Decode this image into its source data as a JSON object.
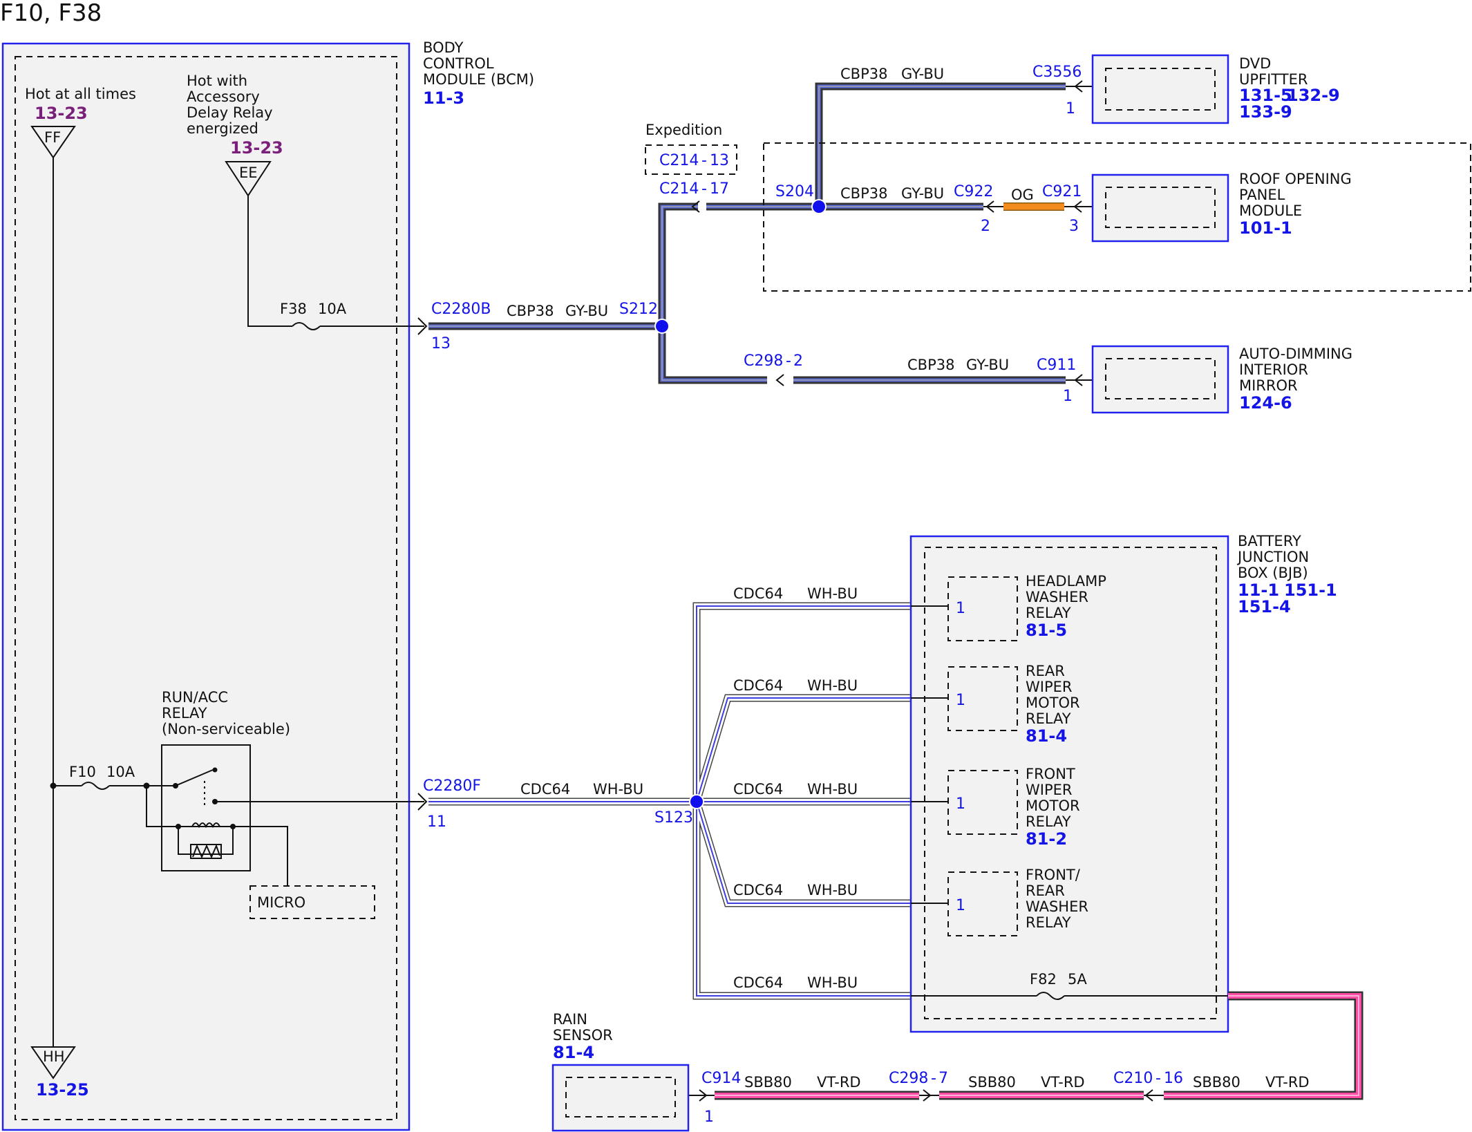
{
  "title": "F10, F38",
  "bcm": {
    "name_lines": [
      "BODY",
      "CONTROL",
      "MODULE (BCM)"
    ],
    "ref": "11-3",
    "hot_all_times": {
      "label": "Hot at all times",
      "ref": "13-23",
      "term": "FF"
    },
    "hot_acc": {
      "label_lines": [
        "Hot with",
        "Accessory",
        "Delay Relay",
        "energized"
      ],
      "ref": "13-23",
      "term": "EE"
    },
    "ground_term": {
      "term": "HH",
      "ref": "13-25"
    },
    "fuse_f38": {
      "name": "F38",
      "rating": "10A"
    },
    "fuse_f10": {
      "name": "F10",
      "rating": "10A"
    },
    "relay": {
      "label_lines": [
        "RUN/ACC",
        "RELAY",
        "(Non-serviceable)"
      ]
    },
    "micro": "MICRO"
  },
  "upper": {
    "c2280b": {
      "name": "C2280B",
      "pin": "13"
    },
    "c2280f": {
      "name": "C2280F",
      "pin": "11"
    },
    "s212": "S212",
    "s204": "S204",
    "circuit": "CBP38",
    "color": "GY-BU",
    "expedition": {
      "label": "Expedition",
      "conn": "C214",
      "pin": "13"
    },
    "c214_17": {
      "conn": "C214",
      "pin": "17"
    },
    "c298_2": {
      "conn": "C298",
      "pin": "2"
    },
    "c922": {
      "name": "C922",
      "pin": "2"
    },
    "og": "OG",
    "c921": {
      "name": "C921",
      "pin": "3"
    },
    "c3556": {
      "name": "C3556",
      "pin": "1"
    },
    "c911": {
      "name": "C911",
      "pin": "1"
    },
    "dvd": {
      "lines": [
        "DVD",
        "UPFITTER"
      ],
      "refs": [
        "131-5",
        "132-9",
        "133-9"
      ]
    },
    "roof": {
      "lines": [
        "ROOF OPENING",
        "PANEL",
        "MODULE"
      ],
      "ref": "101-1"
    },
    "mirror": {
      "lines": [
        "AUTO-DIMMING",
        "INTERIOR",
        "MIRROR"
      ],
      "ref": "124-6"
    }
  },
  "lower": {
    "s123": "S123",
    "circuit": "CDC64",
    "color": "WH-BU",
    "bjb": {
      "lines": [
        "BATTERY",
        "JUNCTION",
        "BOX (BJB)"
      ],
      "refs": [
        "11-1",
        "151-1",
        "151-4"
      ]
    },
    "relays": [
      {
        "lines": [
          "HEADLAMP",
          "WASHER",
          "RELAY"
        ],
        "ref": "81-5",
        "pin": "1"
      },
      {
        "lines": [
          "REAR",
          "WIPER",
          "MOTOR",
          "RELAY"
        ],
        "ref": "81-4",
        "pin": "1"
      },
      {
        "lines": [
          "FRONT",
          "WIPER",
          "MOTOR",
          "RELAY"
        ],
        "ref": "81-2",
        "pin": "1"
      },
      {
        "lines": [
          "FRONT/",
          "REAR",
          "WASHER",
          "RELAY"
        ],
        "ref": "",
        "pin": "1"
      }
    ],
    "fuse_f82": {
      "name": "F82",
      "rating": "5A"
    },
    "rain": {
      "lines": [
        "RAIN",
        "SENSOR"
      ],
      "ref": "81-4"
    },
    "vt_circuit": "SBB80",
    "vt_color": "VT-RD",
    "c914": {
      "name": "C914",
      "pin": "1"
    },
    "c298_7": {
      "conn": "C298",
      "pin": "7"
    },
    "c210_16": {
      "conn": "C210",
      "pin": "16"
    }
  },
  "colors": {
    "module_border": "#2222ee",
    "ref_blue": "#1414e6",
    "ref_purple": "#7a1f7a",
    "gy_bu": "#5a6bd8",
    "wh_bu": "#3d3de0",
    "vt_rd": "#ff4da6",
    "og": "#f28c1c"
  }
}
